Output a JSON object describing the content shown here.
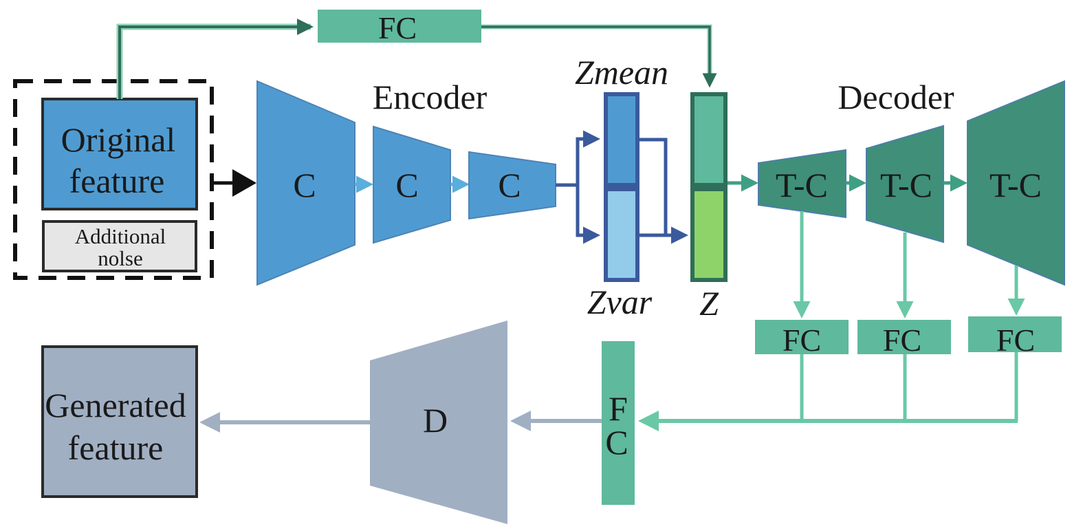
{
  "title": "VAE-based feature generation network",
  "colors": {
    "encoder_blue": "#4f9bd1",
    "encoder_blue_edge": "#4d83b5",
    "light_blue": "#93cbea",
    "latent_border": "#3b5a9c",
    "decoder_green": "#3f8f79",
    "fc_green": "#5fb99c",
    "fc_line_light": "#6ac8a6",
    "dark_green": "#2f6e58",
    "lime_green": "#8ed36a",
    "discriminator_gray": "#a1afc3",
    "noise_gray": "#e6e6e6",
    "dashed_black": "#111111"
  },
  "input": {
    "original_feature": "Original feature",
    "original_feature_lines": [
      "Original",
      "feature"
    ],
    "additional_noise_lines": [
      "Additional",
      "nolse"
    ]
  },
  "skip_fc": {
    "label": "FC"
  },
  "encoder": {
    "title": "Encoder",
    "layers": [
      {
        "label": "C"
      },
      {
        "label": "C"
      },
      {
        "label": "C"
      }
    ]
  },
  "latent": {
    "zmean_label": "Zmean",
    "zvar_label": "Zvar",
    "z_label": "Z"
  },
  "decoder": {
    "title": "Decoder",
    "layers": [
      {
        "label": "T-C"
      },
      {
        "label": "T-C"
      },
      {
        "label": "T-C"
      }
    ],
    "fc_heads": [
      {
        "label": "FC"
      },
      {
        "label": "FC"
      },
      {
        "label": "FC"
      }
    ]
  },
  "merge_fc": {
    "label_lines": [
      "F",
      "C"
    ]
  },
  "discriminator": {
    "label": "D"
  },
  "output": {
    "generated_feature_lines": [
      "Generated",
      "feature"
    ]
  }
}
